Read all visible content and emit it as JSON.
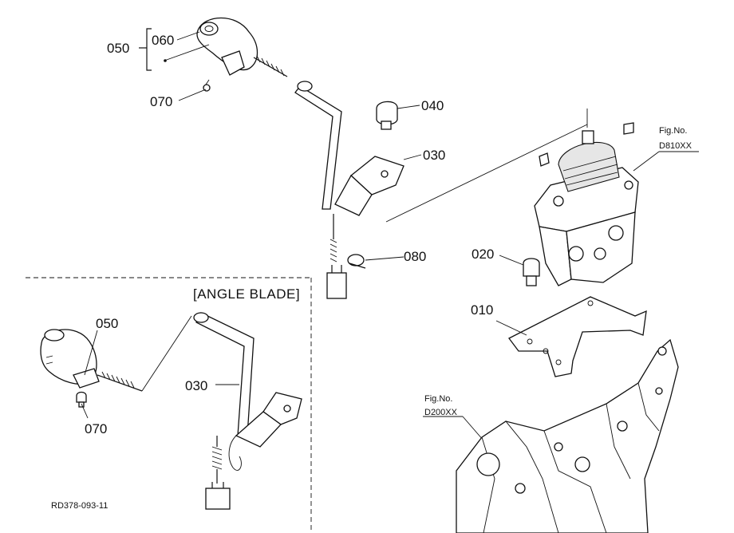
{
  "callouts": {
    "c050_top": "050",
    "c060": "060",
    "c070_top": "070",
    "c040": "040",
    "c030_top": "030",
    "c080": "080",
    "c020": "020",
    "c010": "010",
    "c050_bottom": "050",
    "c030_bottom": "030",
    "c070_bottom": "070"
  },
  "fig_refs": [
    {
      "line1": "Fig.No.",
      "line2": "D810XX"
    },
    {
      "line1": "Fig.No.",
      "line2": "D200XX"
    }
  ],
  "section_title": "[ANGLE BLADE]",
  "drawing_code": "RD378-093-11"
}
